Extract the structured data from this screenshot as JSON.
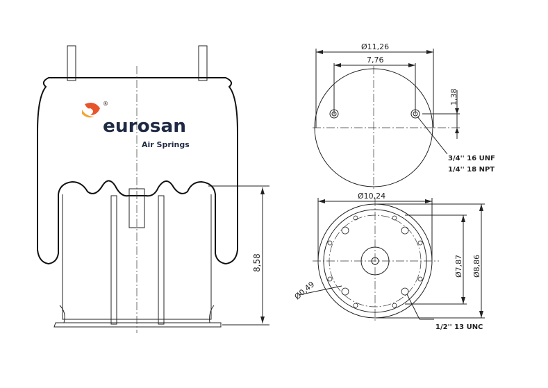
{
  "brand": {
    "name": "eurosan",
    "tagline": "Air Springs",
    "registered": "®",
    "colors": {
      "text": "#1f2a44",
      "logo_orange": "#e8552b",
      "logo_yellow": "#f2a531"
    }
  },
  "side_view": {
    "height_dim": "8,58"
  },
  "top_view": {
    "outer_dia": "Ø11,26",
    "stud_spacing": "7,76",
    "offset": "1,38",
    "thread_1": "3/4'' 16 UNF",
    "thread_2": "1/4'' 18 NPT"
  },
  "bottom_view": {
    "piston_dia": "Ø10,24",
    "bolt_circle": "Ø7,87",
    "outer_dia": "Ø8,86",
    "hole_dia": "Ø0,49",
    "thread": "1/2'' 13 UNC"
  }
}
